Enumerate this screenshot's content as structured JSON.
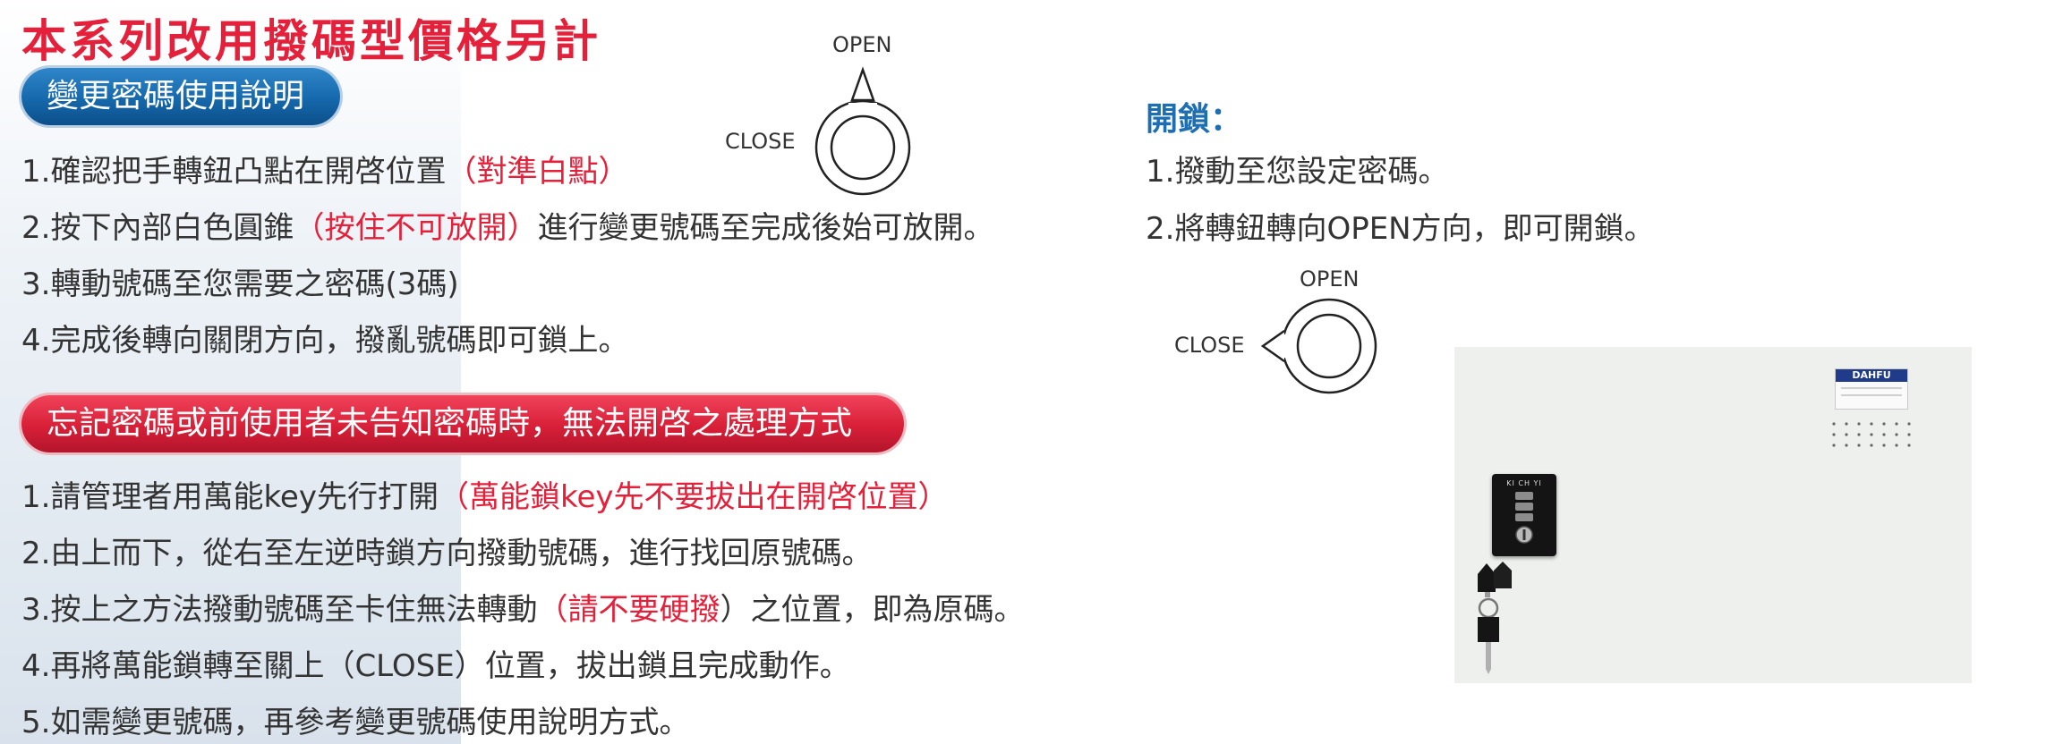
{
  "title": "本系列改用撥碼型價格另計",
  "change_section": {
    "heading": "變更密碼使用說明",
    "steps": [
      {
        "parts": [
          {
            "text": "1.確認把手轉鈕凸點在開啓位置",
            "hl": false
          },
          {
            "text": "（對準白點）",
            "hl": true
          }
        ]
      },
      {
        "parts": [
          {
            "text": "2.按下內部白色圓錐",
            "hl": false
          },
          {
            "text": "（按住不可放開）",
            "hl": true
          },
          {
            "text": "進行變更號碼至完成後始可放開。",
            "hl": false
          }
        ]
      },
      {
        "parts": [
          {
            "text": "3.轉動號碼至您需要之密碼(3碼)",
            "hl": false
          }
        ]
      },
      {
        "parts": [
          {
            "text": "4.完成後轉向關閉方向，撥亂號碼即可鎖上。",
            "hl": false
          }
        ]
      }
    ]
  },
  "forgot_section": {
    "heading": "忘記密碼或前使用者未告知密碼時，無法開啓之處理方式",
    "steps": [
      {
        "parts": [
          {
            "text": "1.請管理者用萬能key先行打開",
            "hl": false
          },
          {
            "text": "（萬能鎖key先不要拔出在開啓位置）",
            "hl": true
          }
        ]
      },
      {
        "parts": [
          {
            "text": "2.由上而下，從右至左逆時鎖方向撥動號碼，進行找回原號碼。",
            "hl": false
          }
        ]
      },
      {
        "parts": [
          {
            "text": "3.按上之方法撥動號碼至卡住無法轉動",
            "hl": false
          },
          {
            "text": "（請不要硬撥",
            "hl": true
          },
          {
            "text": "）之位置，即為原碼。",
            "hl": false
          }
        ]
      },
      {
        "parts": [
          {
            "text": "4.再將萬能鎖轉至關上（CLOSE）位置，拔出鎖且完成動作。",
            "hl": false
          }
        ]
      },
      {
        "parts": [
          {
            "text": "5.如需變更號碼，再參考變更號碼使用說明方式。",
            "hl": false
          }
        ]
      }
    ]
  },
  "knob_top": {
    "open_label": "OPEN",
    "close_label": "CLOSE"
  },
  "unlock_section": {
    "heading": "開鎖：",
    "steps": [
      "1.撥動至您設定密碼。",
      "2.將轉鈕轉向OPEN方向，即可開鎖。"
    ]
  },
  "knob_bottom": {
    "open_label": "OPEN",
    "close_label": "CLOSE"
  },
  "photo": {
    "brand": "DAHFU",
    "lock_text": "KI CH YI"
  },
  "colors": {
    "red": "#e4203a",
    "blue": "#1d6fb1",
    "text": "#333333"
  }
}
